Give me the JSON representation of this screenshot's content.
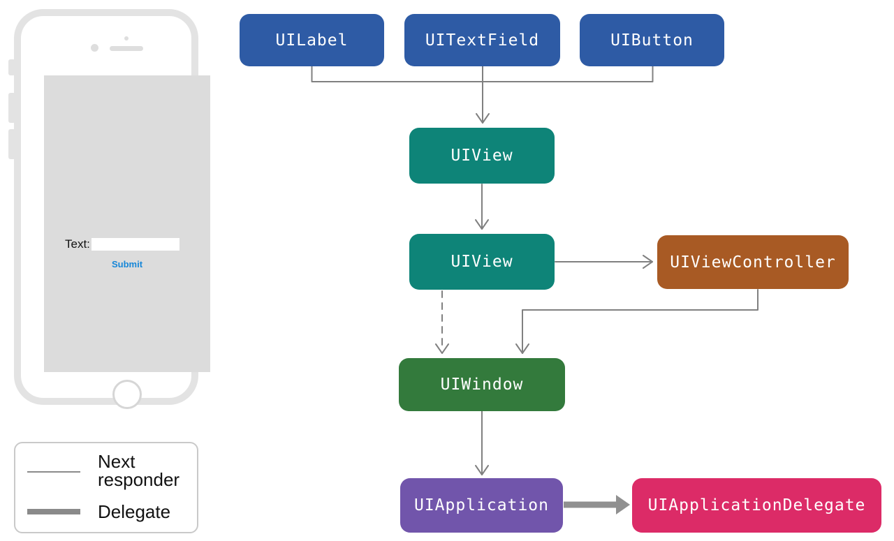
{
  "colors": {
    "node_blue": "#2e5ba5",
    "node_teal": "#0e8478",
    "node_orange": "#a85a24",
    "node_green": "#337a3c",
    "node_purple": "#7155ab",
    "node_pink": "#dc2b67",
    "arrow_gray": "#808080",
    "thick_arrow_gray": "#909090",
    "submit_blue": "#1787d8",
    "phone_frame_gray": "#e3e3e3",
    "screen_gray": "#dcdcdc"
  },
  "phone": {
    "text_label": "Text:",
    "input_value": "",
    "submit_label": "Submit"
  },
  "nodes": {
    "uilabel": {
      "label": "UILabel",
      "color": "#2e5ba5"
    },
    "uitextfield": {
      "label": "UITextField",
      "color": "#2e5ba5"
    },
    "uibutton": {
      "label": "UIButton",
      "color": "#2e5ba5"
    },
    "uiview_top": {
      "label": "UIView",
      "color": "#0e8478"
    },
    "uiview_bottom": {
      "label": "UIView",
      "color": "#0e8478"
    },
    "uiviewcontroller": {
      "label": "UIViewController",
      "color": "#a85a24"
    },
    "uiwindow": {
      "label": "UIWindow",
      "color": "#337a3c"
    },
    "uiapplication": {
      "label": "UIApplication",
      "color": "#7155ab"
    },
    "uiapplicationdelegate": {
      "label": "UIApplicationDelegate",
      "color": "#dc2b67"
    }
  },
  "legend": {
    "next_responder_label": "Next responder",
    "delegate_label": "Delegate"
  }
}
